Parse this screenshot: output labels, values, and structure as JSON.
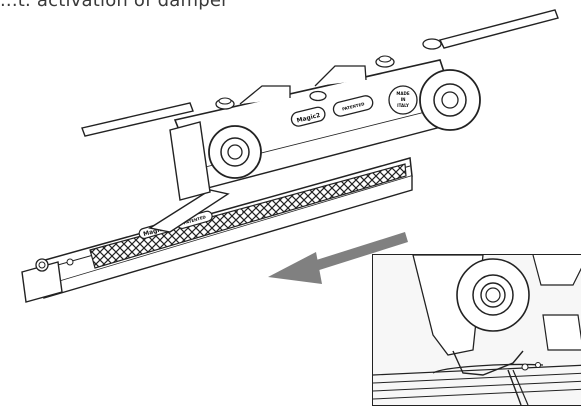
{
  "caption": "...t. activation of damper",
  "brand_logo": "Magic2",
  "badge_patented": "PATENTED",
  "badge_made_in": [
    "MADE",
    "IN",
    "ITALY"
  ],
  "lower_logo": "Magic2",
  "lower_badge": "PATENTED",
  "colors": {
    "line": "#222222",
    "arrow": "#808080",
    "background": "#ffffff"
  }
}
